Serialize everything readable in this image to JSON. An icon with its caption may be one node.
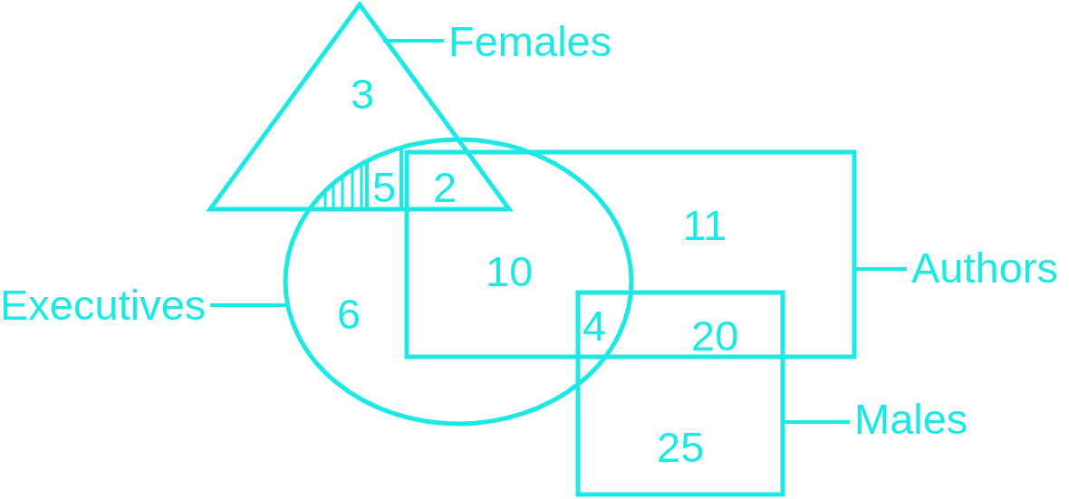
{
  "diagram": {
    "nodes": [
      {
        "text": [
          "Females"
        ]
      },
      {
        "text": [],
        "shape": "triangle"
      },
      {
        "text": [
          "Executives"
        ]
      },
      {
        "text": [],
        "shape": "ellipse"
      },
      {
        "text": [
          "Authors"
        ]
      },
      {
        "text": [],
        "shape": "box"
      },
      {
        "text": [
          "Males"
        ]
      },
      {
        "text": [],
        "shape": "box"
      }
    ],
    "edges": [
      {
        "from": 0,
        "to": 1,
        "arrow": "none"
      },
      {
        "from": 2,
        "to": 3,
        "arrow": "none"
      },
      {
        "from": 4,
        "to": 5,
        "arrow": "none"
      },
      {
        "from": 6,
        "to": 7,
        "arrow": "none"
      }
    ],
    "labels": [
      "3",
      "5",
      "2",
      "11",
      "10",
      "6",
      "4",
      "20",
      "25"
    ]
  }
}
